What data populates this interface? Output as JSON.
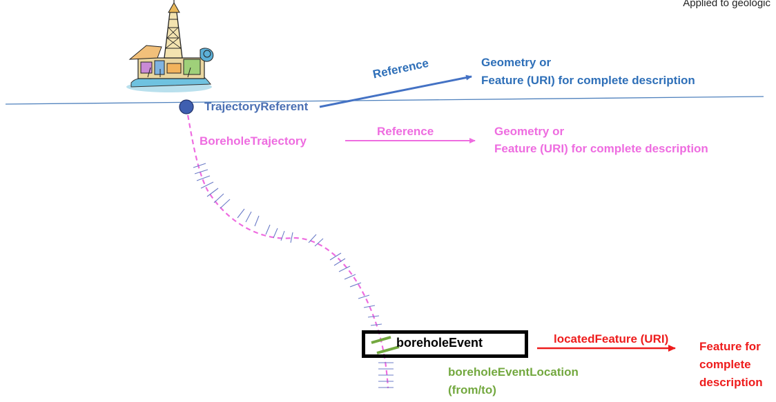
{
  "header": {
    "corner_text": "Applied to geologic"
  },
  "surface": {
    "trajectory_referent": "TrajectoryReferent",
    "reference_blue": "Reference",
    "target_blue_line1": "Geometry or",
    "target_blue_line2": "Feature (URI) for complete description"
  },
  "trajectory": {
    "label": "BoreholeTrajectory",
    "reference_pink": "Reference",
    "target_pink_line1": "Geometry or",
    "target_pink_line2": "Feature (URI) for complete description"
  },
  "event": {
    "label": "boreholeEvent",
    "location_line1": "boreholeEventLocation",
    "location_line2": "(from/to)",
    "located_feature": "locatedFeature (URI)",
    "feature_line1": "Feature for",
    "feature_line2": "complete",
    "feature_line3": "description"
  },
  "icons": {
    "rig": "oil-rig-icon",
    "referent": "referent-point-icon"
  },
  "colors": {
    "surface_line": "#4f81bd",
    "reference_blue": "#4472c4",
    "trajectory": "#ee6ce0",
    "ticks": "#6b7bc7",
    "event_marker": "#73a83f",
    "feature_arrow": "#ee1c1c"
  }
}
